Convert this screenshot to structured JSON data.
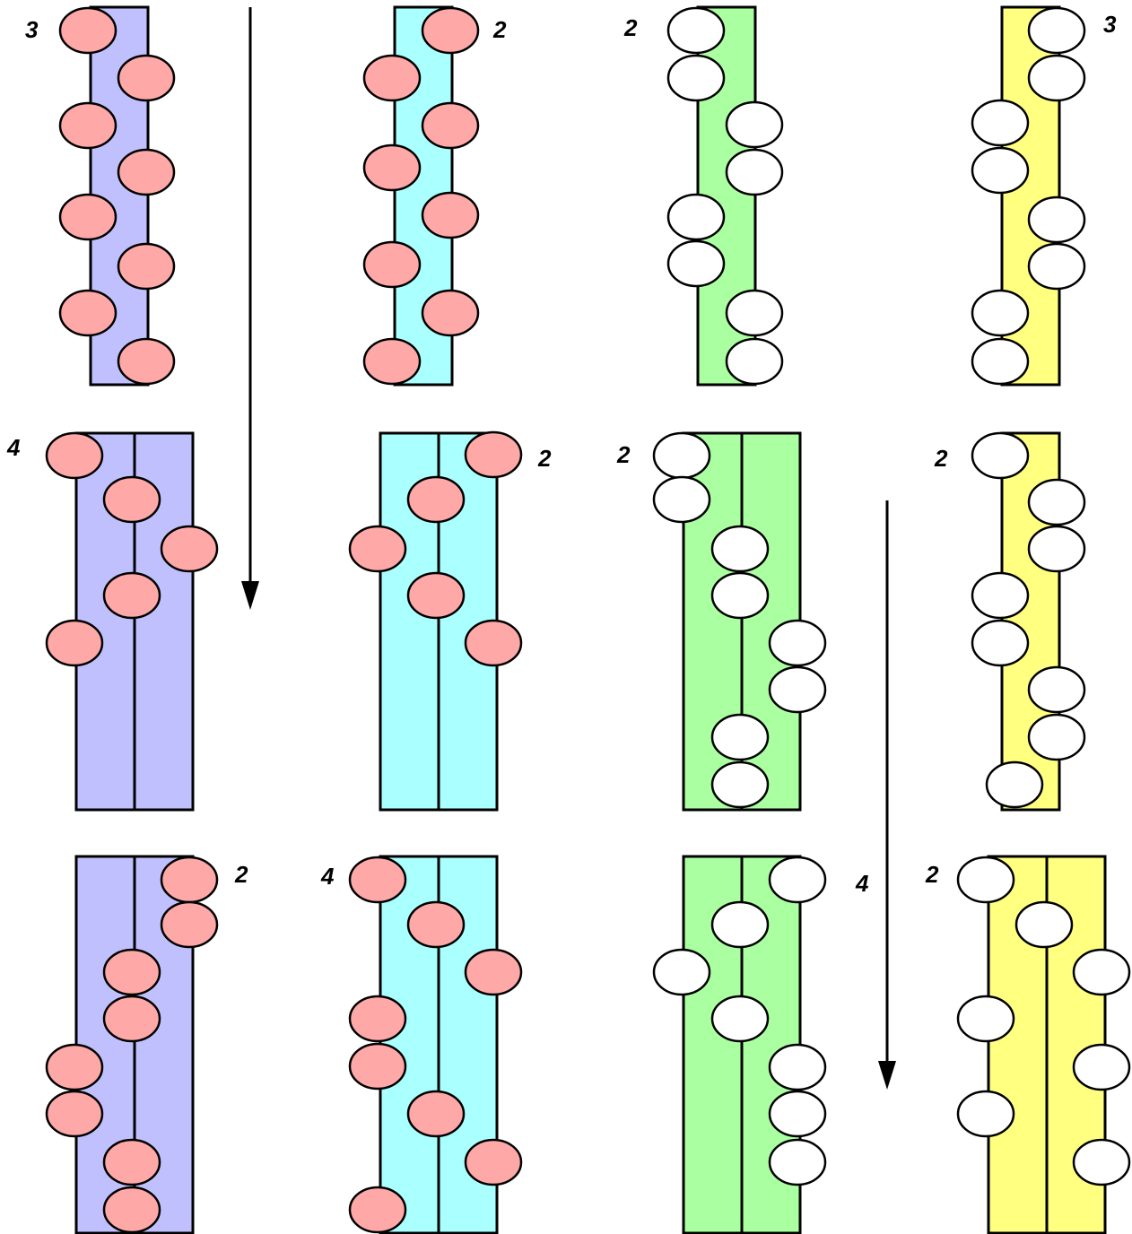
{
  "colors": {
    "purple": "#c0c0ff",
    "cyan": "#aaffff",
    "green": "#aaffa0",
    "yellow": "#ffff80",
    "pink": "#ffa8a8",
    "white": "#ffffff",
    "stroke": "#000000"
  },
  "panels": [
    {
      "id": "r1-purple",
      "label": "3",
      "color": "purple",
      "bead": "pink"
    },
    {
      "id": "r1-cyan",
      "label": "2",
      "color": "cyan",
      "bead": "pink"
    },
    {
      "id": "r1-green",
      "label": "2",
      "color": "green",
      "bead": "white"
    },
    {
      "id": "r1-yellow",
      "label": "3",
      "color": "yellow",
      "bead": "white"
    },
    {
      "id": "r2-purple",
      "label": "4",
      "color": "purple",
      "bead": "pink"
    },
    {
      "id": "r2-cyan",
      "label": "2",
      "color": "cyan",
      "bead": "pink"
    },
    {
      "id": "r2-green",
      "label": "2",
      "color": "green",
      "bead": "white"
    },
    {
      "id": "r2-yellow",
      "label": "2",
      "color": "yellow",
      "bead": "white"
    },
    {
      "id": "r3-purple",
      "label": "2",
      "color": "purple",
      "bead": "pink"
    },
    {
      "id": "r3-cyan",
      "label": "4",
      "color": "cyan",
      "bead": "pink"
    },
    {
      "id": "r3-green",
      "label": "4",
      "color": "green",
      "bead": "white"
    },
    {
      "id": "r3-yellow",
      "label": "2",
      "color": "yellow",
      "bead": "white"
    }
  ],
  "arrows": [
    {
      "id": "arrow-left",
      "direction": "down"
    },
    {
      "id": "arrow-right",
      "direction": "down"
    }
  ]
}
